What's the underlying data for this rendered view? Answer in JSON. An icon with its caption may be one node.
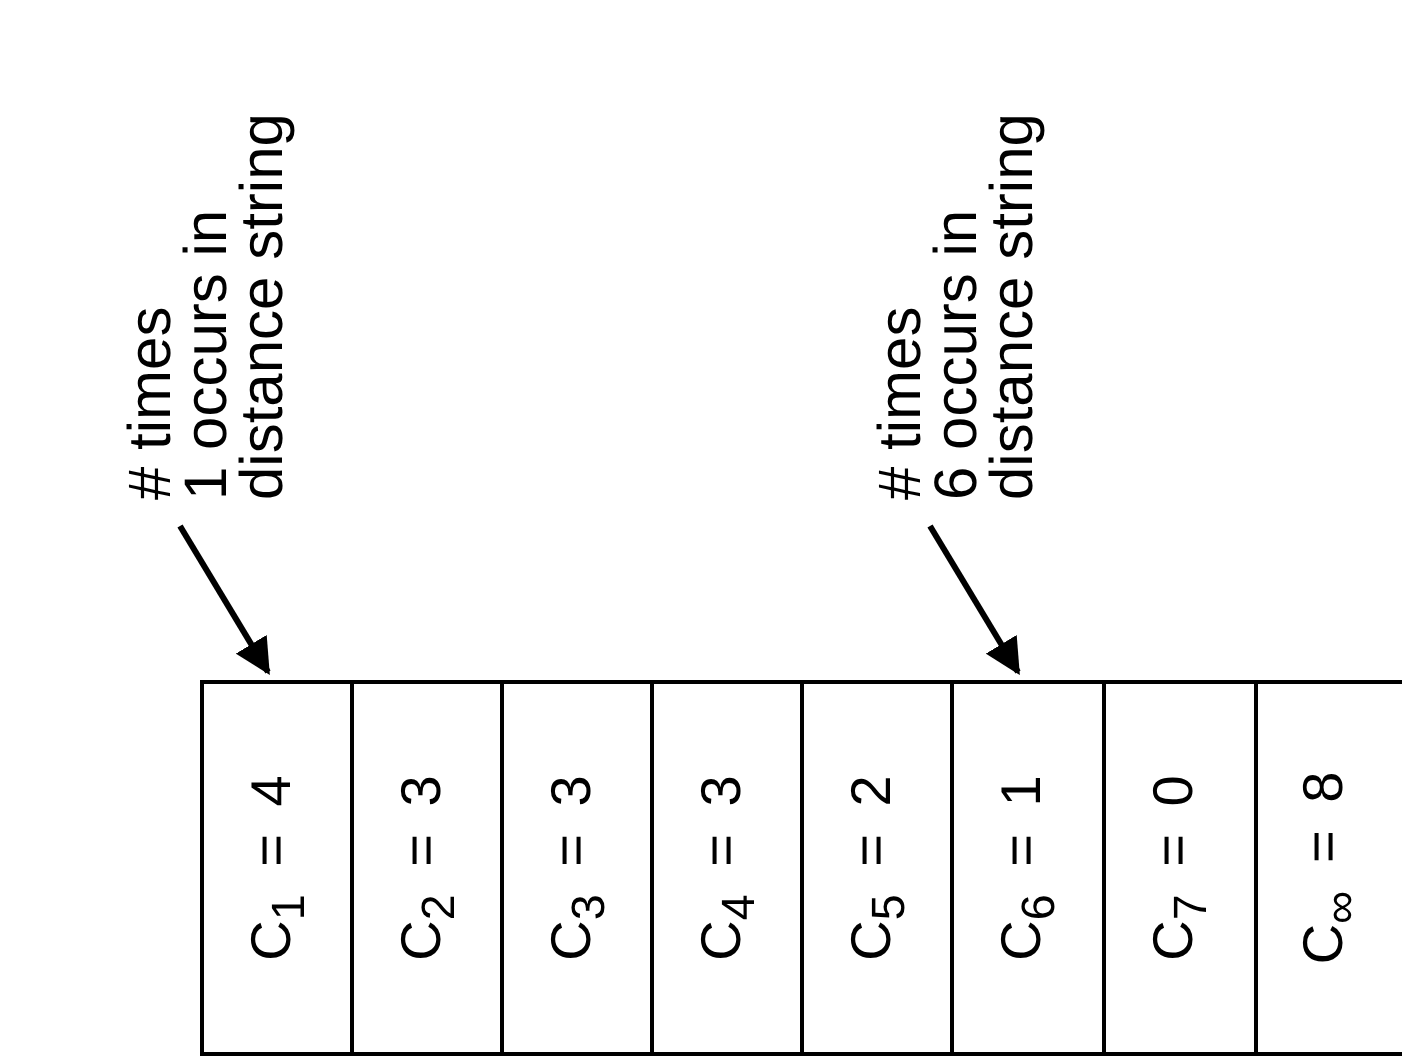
{
  "diagram": {
    "nodes": [
      {
        "text": [
          "# times 1 occurs in distance string"
        ]
      },
      {
        "text": [
          "# times 6 occurs in distance string"
        ]
      },
      {
        "text": [
          "C$_{1}$ = 4"
        ]
      },
      {
        "text": [
          "C$_{2}$ = 3"
        ]
      },
      {
        "text": [
          "C$_{3}$ = 3"
        ]
      },
      {
        "text": [
          "C$_{4}$ = 3"
        ]
      },
      {
        "text": [
          "C$_{5}$ = 2"
        ]
      },
      {
        "text": [
          "C$_{6}$ = 1"
        ]
      },
      {
        "text": [
          "C$_{7}$ = 0"
        ]
      },
      {
        "text": [
          "C$_{∞}$ = 8"
        ]
      }
    ],
    "edges": [
      {
        "from": 0,
        "to": 2,
        "arrow": "to"
      },
      {
        "from": 1,
        "to": 7,
        "arrow": "to"
      }
    ]
  }
}
